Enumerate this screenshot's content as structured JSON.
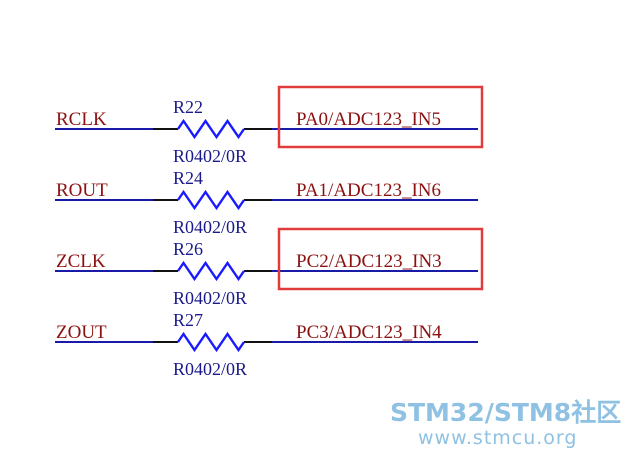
{
  "channels": [
    {
      "left_net": "RCLK",
      "designator": "R22",
      "value": "R0402/0R",
      "right_net": "PA0/ADC123_IN5",
      "highlighted": true
    },
    {
      "left_net": "ROUT",
      "designator": "R24",
      "value": "R0402/0R",
      "right_net": "PA1/ADC123_IN6",
      "highlighted": false
    },
    {
      "left_net": "ZCLK",
      "designator": "R26",
      "value": "R0402/0R",
      "right_net": "PC2/ADC123_IN3",
      "highlighted": true
    },
    {
      "left_net": "ZOUT",
      "designator": "R27",
      "value": "R0402/0R",
      "right_net": "PC3/ADC123_IN4",
      "highlighted": false
    }
  ],
  "watermark": {
    "line1": "STM32/STM8社区",
    "line2": "www.stmcu.org"
  },
  "colors": {
    "wire": "#1a1aa8",
    "resistor": "#1a1aff",
    "net_label": "#8b1010",
    "highlight": "#e23b3b",
    "watermark": "#8fc1e3"
  }
}
